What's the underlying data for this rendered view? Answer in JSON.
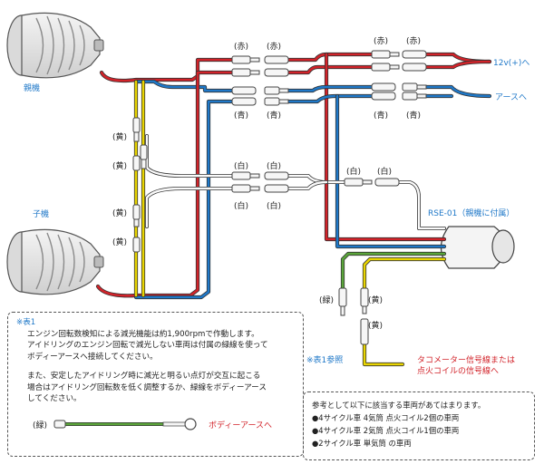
{
  "labels": {
    "master": "親機",
    "slave": "子機",
    "unit": "RSE-01（親機に付属）",
    "to_12v": "12v(+)へ",
    "to_ground": "アースへ",
    "red": "(赤)",
    "blue": "(青)",
    "white": "(白)",
    "yellow": "(黄)",
    "green": "(緑)",
    "table1_ref": "※表1参照",
    "tacho_line1": "タコメーター信号線または",
    "tacho_line2": "点火コイルの信号線へ"
  },
  "note": {
    "heading": "※表1",
    "line1": "エンジン回転数検知による減光機能は約1,900rpmで作動します。",
    "line2": "アイドリングのエンジン回転で減光しない車両は付属の緑線を使って",
    "line3": "ボディーアースへ接続してください。",
    "line4": "また、安定したアイドリング時に減光と明るい点灯が交互に起こる",
    "line5": "場合はアイドリング回転数を低く調整するか、緑線をボディーアース",
    "line6": "してください。",
    "green_label": "(緑)",
    "body_ground": "ボディーアースへ"
  },
  "reference": {
    "title": "参考として以下に該当する車両があてはまります。",
    "items": [
      "●4サイクル車 4気筒 点火コイル2個の車両",
      "●4サイクル車 2気筒 点火コイル1個の車両",
      "●2サイクル車 単気筒 の車両"
    ]
  },
  "colors": {
    "red_wire": "#d2232a",
    "blue_wire": "#1f78c8",
    "yellow_wire": "#e8d400",
    "green_wire": "#5aa53a",
    "accent_text": "#1f78c8"
  }
}
